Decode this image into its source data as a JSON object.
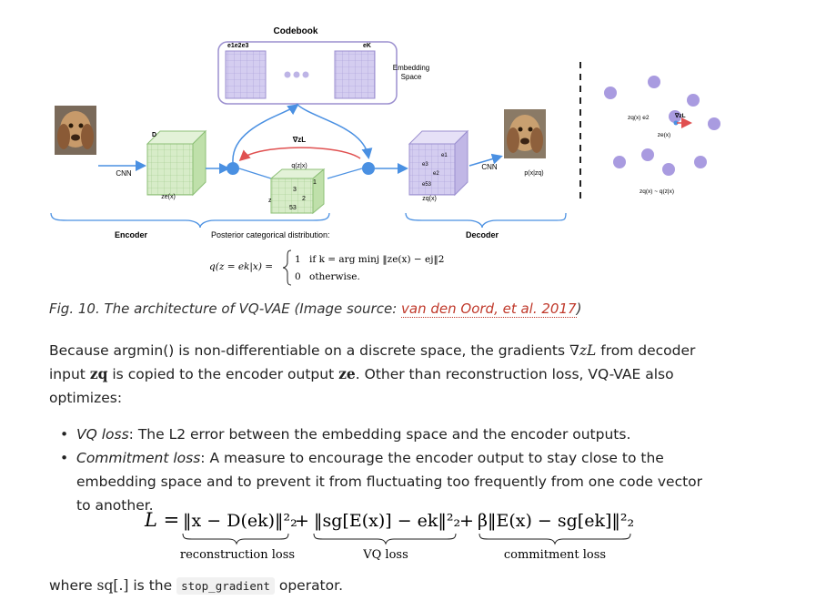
{
  "figure": {
    "codebook_title": "Codebook",
    "codebook_first_labels": "e1e2e3",
    "codebook_last_label": "eK",
    "embedding_space_line1": "Embedding",
    "embedding_space_line2": "Space",
    "cnn_left": "CNN",
    "cnn_right": "CNN",
    "d_label": "D",
    "ze_label": "ze(x)",
    "zq_label": "zq(x)",
    "z_label": "z",
    "qzx_label": "q(z|x)",
    "grad_label": "∇zL",
    "grid_values": [
      "3",
      "1",
      "2",
      "53"
    ],
    "decoder_cube_labels": [
      "e1",
      "e3",
      "e2",
      "e53"
    ],
    "output_label": "p(x|zq)",
    "encoder_label": "Encoder",
    "decoder_label": "Decoder",
    "posterior_label": "Posterior categorical distribution:",
    "eq_lhs": "q(z = ek|x) =",
    "eq_case1_value": "1",
    "eq_case1_cond": "if k = arg minj ‖ze(x) − ej‖2",
    "eq_case0_value": "0",
    "eq_case0_cond": "otherwise.",
    "right_labels": {
      "zq_ek": "zq(x) e2",
      "grad": "∇zL",
      "ze": "ze(x)",
      "sample": "zq(x) ~ q(z|x)"
    }
  },
  "caption": {
    "text": "Fig. 10. The architecture of VQ-VAE (Image source: ",
    "link": "van den Oord, et al. 2017",
    "close": ")"
  },
  "paragraph": {
    "p1": "Because argmin() is non-differentiable on a discrete space, the gradients ",
    "p1_math": "∇zL",
    "p2": " from decoder input ",
    "zq": "zq",
    "p3": " is copied to the encoder output ",
    "ze": "ze",
    "p4": ". Other than reconstruction loss, VQ-VAE also optimizes:"
  },
  "list": [
    {
      "term": "VQ loss",
      "text": ": The L2 error between the embedding space and the encoder outputs."
    },
    {
      "term": "Commitment loss",
      "text": ": A measure to encourage the encoder output to stay close to the embedding space and to prevent it from fluctuating too frequently from one code vector to another."
    }
  ],
  "loss_equation": {
    "lhs": "L =",
    "term1": "‖x − D(ek)‖²₂",
    "term2": "‖sg[E(x)] − ek‖²₂",
    "term3": "β‖E(x) − sg[ek]‖²₂",
    "label1": "reconstruction loss",
    "label2": "VQ loss",
    "label3": "commitment loss"
  },
  "footer": {
    "pre": "where ",
    "math": "sq[.]",
    "mid": " is the ",
    "code": "stop_gradient",
    "post": " operator."
  },
  "colors": {
    "purple": "#c8bfe7",
    "purple_stroke": "#9b8fcf",
    "green": "#cfe8c0",
    "blue": "#4a90e2",
    "red": "#e05050",
    "dot": "#a99be0",
    "link": "#c0392b"
  }
}
